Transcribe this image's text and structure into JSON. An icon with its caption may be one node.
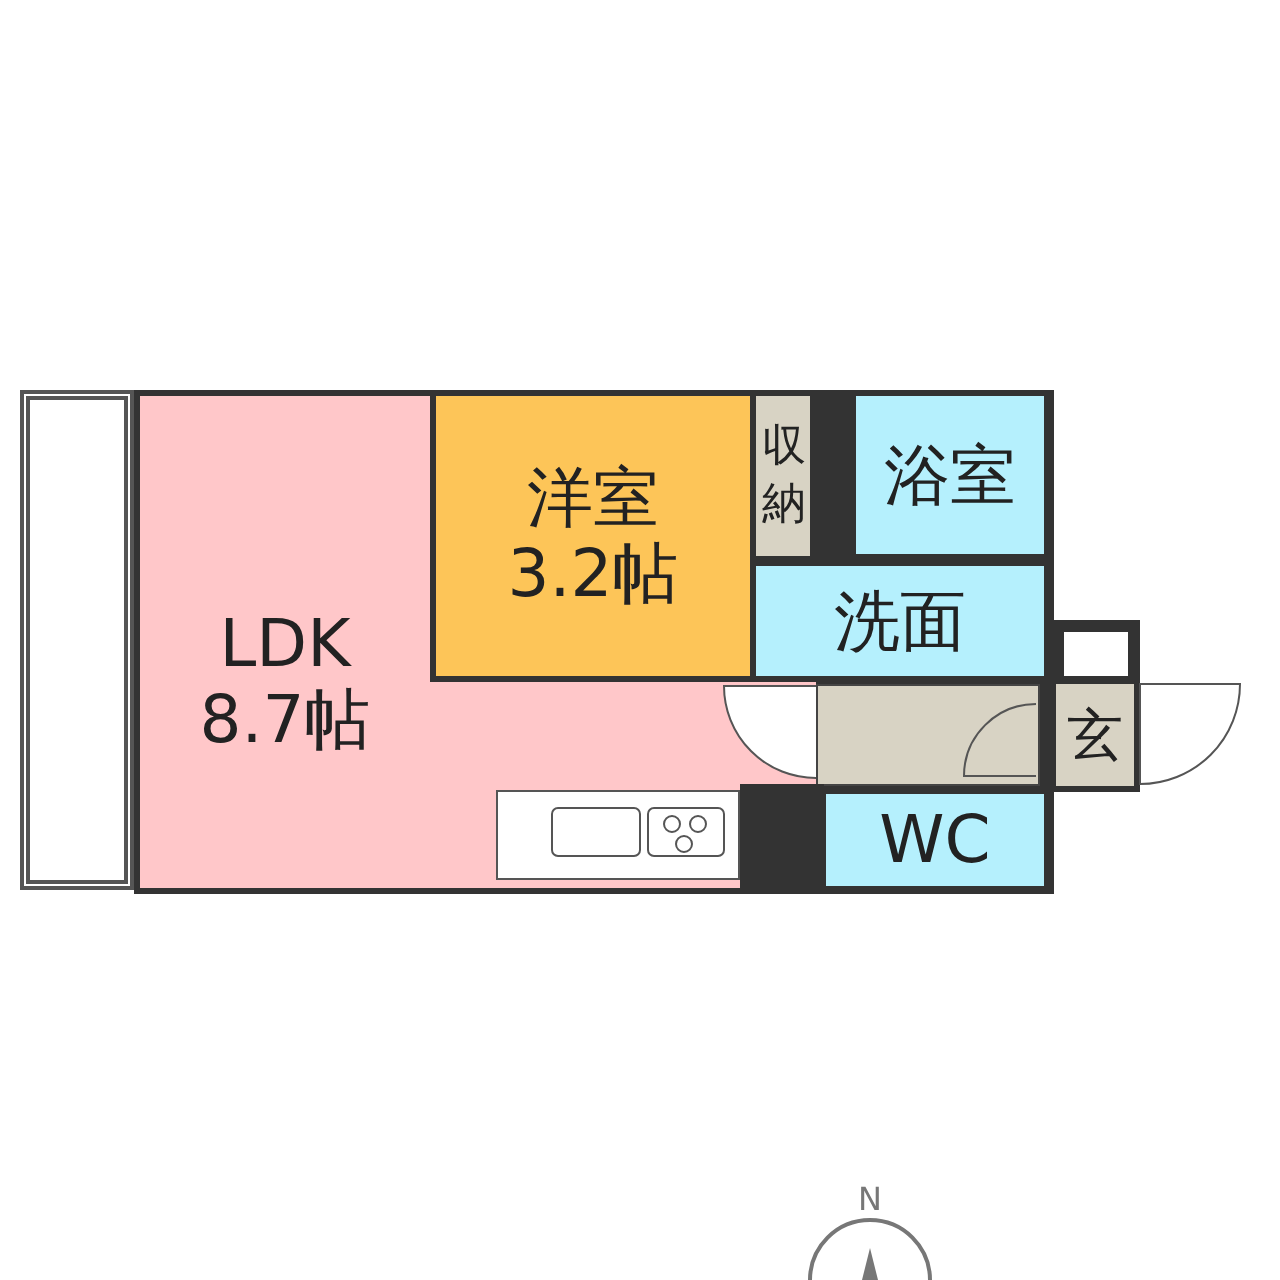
{
  "diagram": {
    "nodes": [
      {
        "text": [],
        "shape": "box"
      },
      {
        "text": [
          "LDK 8.7帖"
        ]
      },
      {
        "text": [
          "洋室 3.2帖"
        ]
      },
      {
        "text": [
          "収納"
        ]
      },
      {
        "text": [
          "浴室"
        ]
      },
      {
        "text": [
          "洗面"
        ]
      },
      {
        "text": [],
        "shape": "box"
      },
      {
        "text": [
          "玄"
        ]
      },
      {
        "text": [
          "WC"
        ]
      }
    ],
    "edges": [],
    "labels": [
      "N"
    ]
  }
}
